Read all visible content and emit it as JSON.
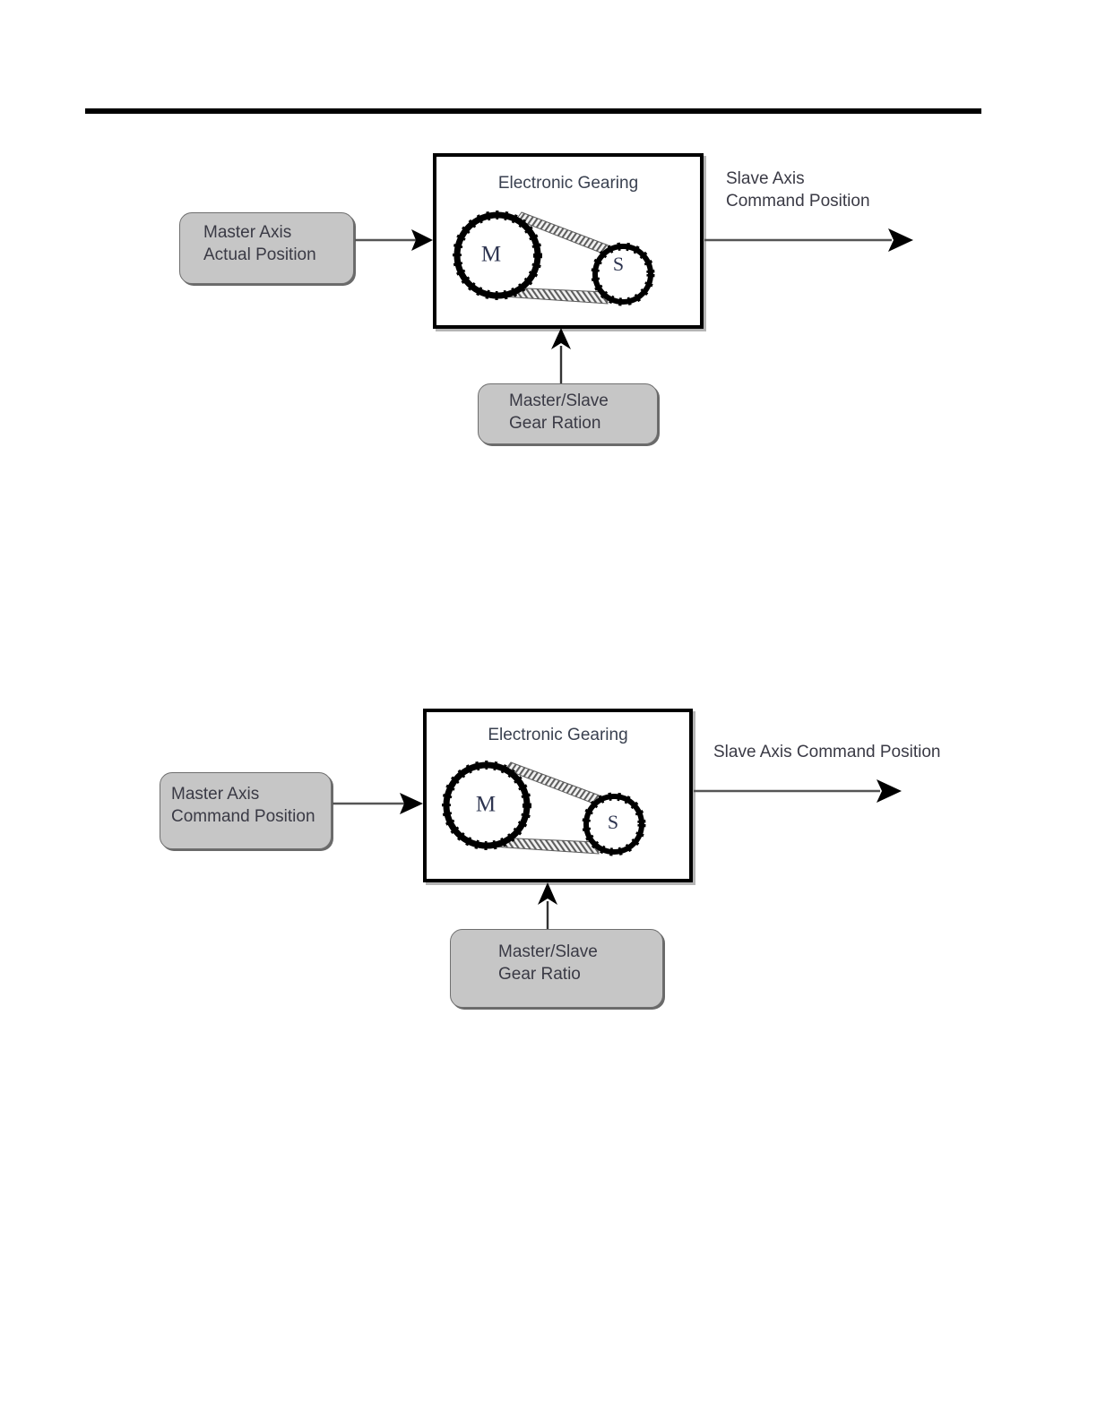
{
  "page": {
    "background": "#ffffff",
    "rule_color": "#000000",
    "box_fill": "#c6c6c6",
    "box_border": "#6f6f6f",
    "text_color": "#3a3a45",
    "title_color": "#3a4150",
    "line_color": "#555555",
    "arrow_color": "#000000"
  },
  "diagram1": {
    "title": "Electronic Gearing",
    "input_box": {
      "line1": "Master Axis",
      "line2": "Actual Position"
    },
    "output_label": {
      "line1": "Slave Axis",
      "line2": "Command Position"
    },
    "param_box": {
      "line1": "Master/Slave",
      "line2": "Gear Ration"
    },
    "pulleys": {
      "master": "M",
      "slave": "S"
    }
  },
  "diagram2": {
    "title": "Electronic Gearing",
    "input_box": {
      "line1": "Master Axis",
      "line2": "Command Position"
    },
    "output_label": {
      "line1": "Slave Axis Command Position"
    },
    "param_box": {
      "line1": "Master/Slave",
      "line2": "Gear Ratio"
    },
    "pulleys": {
      "master": "M",
      "slave": "S"
    }
  }
}
